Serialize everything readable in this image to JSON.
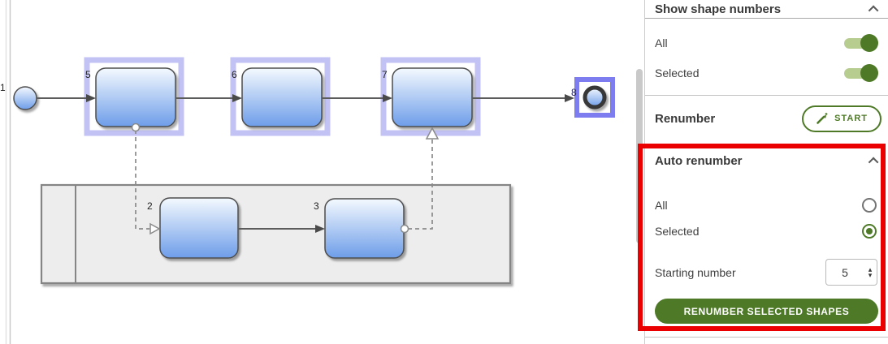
{
  "canvas": {
    "shapes": [
      {
        "id": "start-event",
        "number": "1"
      },
      {
        "id": "task-2",
        "number": "2"
      },
      {
        "id": "task-3",
        "number": "3"
      },
      {
        "id": "task-5",
        "number": "5"
      },
      {
        "id": "task-6",
        "number": "6"
      },
      {
        "id": "task-7",
        "number": "7"
      },
      {
        "id": "end-event",
        "number": "8"
      }
    ]
  },
  "panel": {
    "show_shape_numbers": {
      "title": "Show shape numbers",
      "collapse_icon": "chevron-up",
      "all_label": "All",
      "all_toggle_state": "on",
      "selected_label": "Selected",
      "selected_toggle_state": "on"
    },
    "renumber": {
      "label": "Renumber",
      "start_button": "START",
      "start_icon": "magic-wand"
    },
    "auto_renumber": {
      "title": "Auto renumber",
      "collapse_icon": "chevron-up",
      "all_label": "All",
      "all_radio_state": "unselected",
      "selected_label": "Selected",
      "selected_radio_state": "selected",
      "starting_number_label": "Starting number",
      "starting_number_value": "5",
      "renumber_button": "RENUMBER SELECTED SHAPES"
    }
  },
  "colors": {
    "accent_green": "#4e7a27",
    "toggle_track": "#b7cd90",
    "selection_frame": "#c2c2f4",
    "selection_frame_strong": "#7d7df0",
    "annotation_red": "#ea0000",
    "task_gradient_top": "#f2f8fe",
    "task_gradient_bottom": "#6d9de9",
    "pool_fill": "#ededed"
  }
}
